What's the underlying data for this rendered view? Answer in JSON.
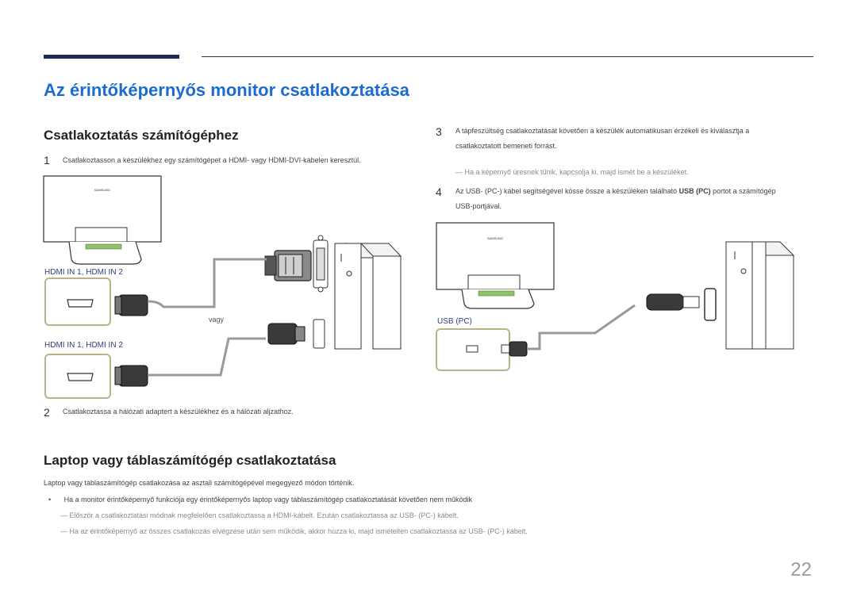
{
  "page": {
    "title": "Az érintőképernyős monitor csatlakoztatása",
    "number": "22"
  },
  "section_pc": {
    "heading": "Csatlakoztatás számítógéphez",
    "step1": {
      "num": "1",
      "text": "Csatlakoztasson a készülékhez egy számítógépet a HDMI- vagy HDMI-DVI-kábelen keresztül."
    },
    "port_label_1": "HDMI IN 1, HDMI IN 2",
    "port_label_2": "HDMI IN 1, HDMI IN 2",
    "or_label": "vagy",
    "step2": {
      "num": "2",
      "text": "Csatlakoztassa a hálózati adaptert a készülékhez és a hálózati aljzathoz."
    },
    "step3": {
      "num": "3",
      "line1": "A tápfeszültség csatlakoztatását követően a készülék automatikusan érzékeli és kiválasztja a",
      "line2": "csatlakoztatott bemeneti forrást."
    },
    "note3": "Ha a képernyő üresnek tűnik, kapcsolja ki, majd ismét be a készüléket.",
    "step4": {
      "num": "4",
      "before": "Az USB- (PC-) kábel segítségével kösse össze a készüléken található ",
      "bold": "USB (PC)",
      "after": " portot a számítógép",
      "line2": "USB-portjával."
    },
    "usb_label": "USB (PC)",
    "brand_text": "SAMSUNG"
  },
  "section_laptop": {
    "heading": "Laptop vagy táblaszámítógép csatlakoztatása",
    "intro": "Laptop vagy táblaszámítógép csatlakozása az asztali számítógépével megegyező módon történik.",
    "bullet": "Ha a monitor érintőképernyő funkciója egy érintőképernyős laptop vagy táblaszámítógép csatlakoztatását követően nem működik",
    "note1": "Először a csatlakoztatási módnak megfelelően csatlakoztassa a HDMI-kábelt. Ezután csatlakoztassa az USB- (PC-) kábelt.",
    "note2": "Ha az érintőképernyő az összes csatlakozás elvégzése után sem működik, akkor húzza ki, majd ismételten csatlakoztassa az USB- (PC-) kábelt."
  },
  "colors": {
    "title_blue": "#1b6bd0",
    "accent_navy": "#1d2a57",
    "port_box_border": "#b8b487",
    "port_label": "#2f3d7a"
  }
}
